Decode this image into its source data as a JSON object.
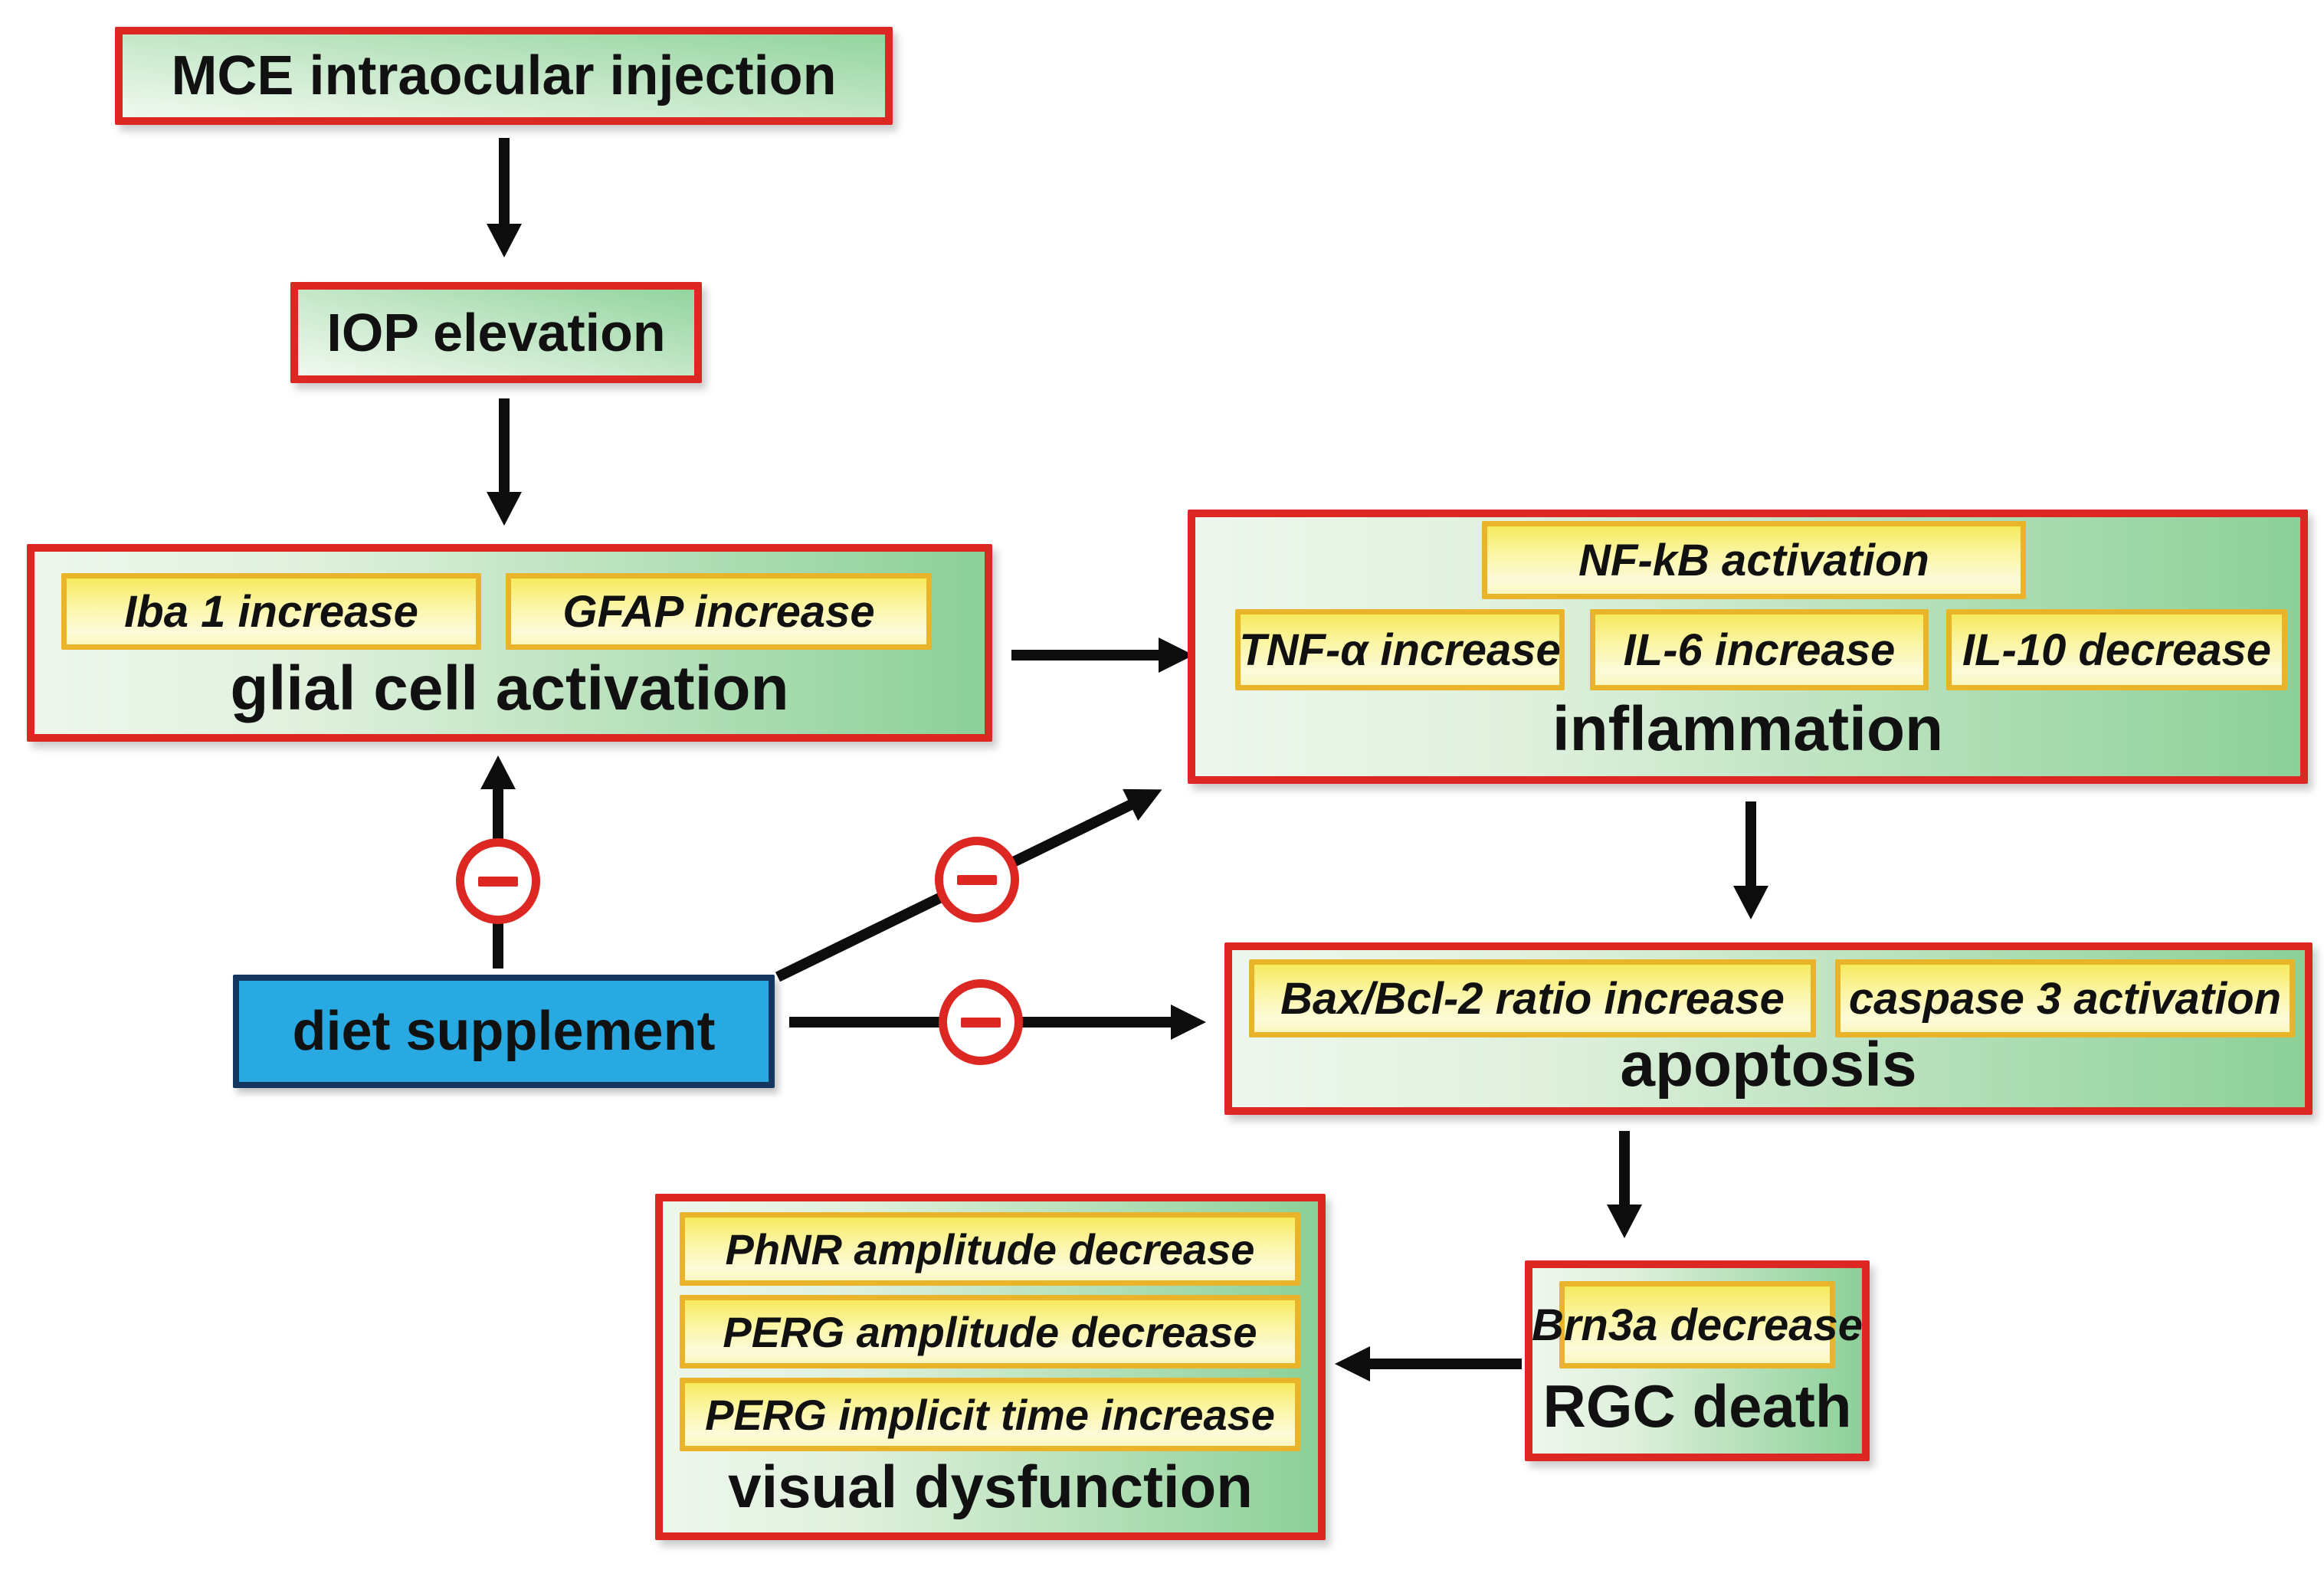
{
  "colors": {
    "background": "#ffffff",
    "node_border_red": "#dc2722",
    "node_green_dark": "#8cd098",
    "node_green_light": "#edf7ec",
    "chip_yellow_top": "#f6ea5e",
    "chip_yellow_bottom": "#fdfbd9",
    "chip_border_gold": "#e9b32a",
    "diet_blue_fill": "#28a9e1",
    "diet_blue_border": "#15375f",
    "arrow_black": "#0d0d0d",
    "text_black": "#111111"
  },
  "inhibition_symbol": "−",
  "nodes": {
    "mce": {
      "label": "MCE intraocular injection"
    },
    "iop": {
      "label": "IOP elevation"
    },
    "glial": {
      "label": "glial cell activation",
      "markers": [
        "Iba 1 increase",
        "GFAP increase"
      ]
    },
    "inflammation": {
      "label": "inflammation",
      "markers": [
        "NF-kB activation",
        "TNF-α increase",
        "IL-6 increase",
        "IL-10 decrease"
      ]
    },
    "diet": {
      "label": "diet supplement"
    },
    "apoptosis": {
      "label": "apoptosis",
      "markers": [
        "Bax/Bcl-2 ratio increase",
        "caspase 3 activation"
      ]
    },
    "rgc": {
      "label": "RGC death",
      "markers": [
        "Brn3a decrease"
      ]
    },
    "visual": {
      "label": "visual dysfunction",
      "markers": [
        "PhNR amplitude decrease",
        "PERG amplitude decrease",
        "PERG implicit time increase"
      ]
    }
  }
}
